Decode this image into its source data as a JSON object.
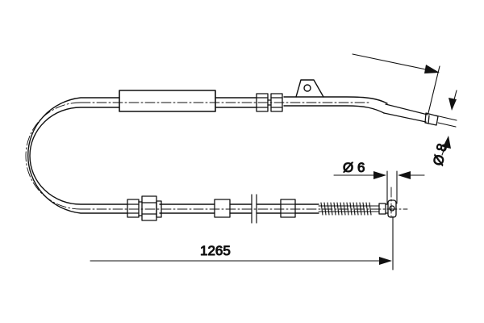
{
  "dimensions": {
    "overall_length": "1265",
    "left_end_diameter": "Ø 6",
    "right_end_diameter": "Ø 8"
  },
  "colors": {
    "line": "#111111",
    "background": "#ffffff"
  }
}
